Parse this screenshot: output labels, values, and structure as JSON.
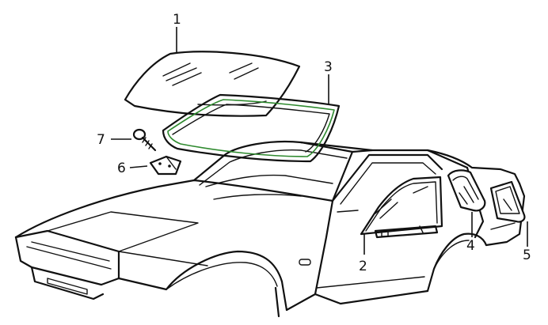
{
  "diagram": {
    "highlight_color": "#2f8a2f",
    "ink_color": "#111111",
    "parts": [
      {
        "id": "windshield",
        "callout": "1"
      },
      {
        "id": "door-window",
        "callout": "2"
      },
      {
        "id": "windshield-seal",
        "callout": "3"
      },
      {
        "id": "quarter-window",
        "callout": "4"
      },
      {
        "id": "rear-side-window",
        "callout": "5"
      },
      {
        "id": "clip",
        "callout": "6"
      },
      {
        "id": "screw",
        "callout": "7"
      }
    ]
  }
}
